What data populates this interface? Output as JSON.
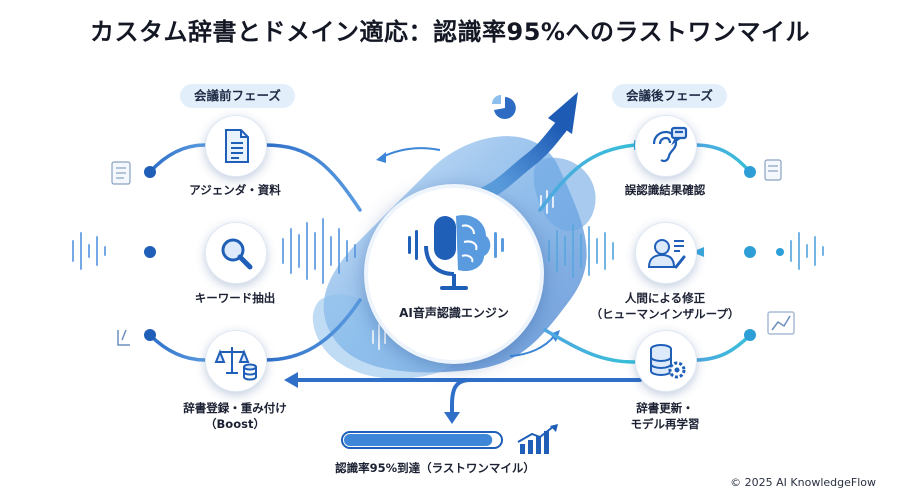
{
  "title": "カスタム辞書とドメイン適応：認識率95%へのラストワンマイル",
  "phases": {
    "pre": "会議前フェーズ",
    "post": "会議後フェーズ"
  },
  "pre_steps": [
    {
      "label": "アジェンダ・資料",
      "icon": "document-icon"
    },
    {
      "label": "キーワード抽出",
      "icon": "magnifier-icon"
    },
    {
      "label": "辞書登録・重み付け",
      "sublabel": "（Boost）",
      "icon": "scale-database-icon"
    }
  ],
  "center": {
    "label": "AI音声認識エンジン",
    "icon": "microphone-brain-icon"
  },
  "post_steps": [
    {
      "label": "誤認識結果確認",
      "icon": "ear-speech-icon"
    },
    {
      "label": "人間による修正",
      "sublabel": "（ヒューマンインザループ）",
      "icon": "person-edit-icon"
    },
    {
      "label": "辞書更新・",
      "sublabel": "モデル再学習",
      "icon": "database-gear-icon"
    }
  ],
  "goal": {
    "label": "認識率95%到達（ラストワンマイル）",
    "progress_percent": 95
  },
  "copyright": "© 2025 AI KnowledgeFlow",
  "colors": {
    "accent_dark": "#1f5fb8",
    "accent_mid": "#3d86d8",
    "accent_light": "#7fb8ea",
    "pill_bg": "#e3eefb"
  }
}
